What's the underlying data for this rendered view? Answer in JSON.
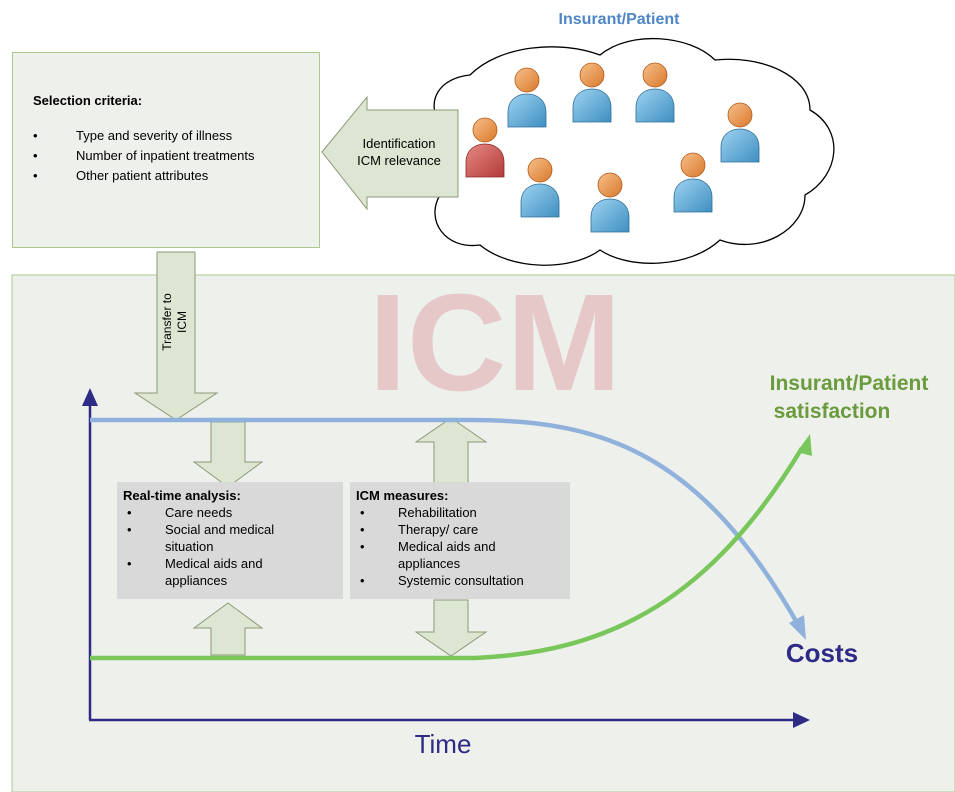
{
  "cloud_title": "Insurant/Patient",
  "identification_arrow": {
    "line1": "Identification",
    "line2": "ICM relevance"
  },
  "selection_criteria": {
    "title": "Selection criteria:",
    "items": [
      "Type and severity of illness",
      "Number of inpatient treatments",
      "Other patient attributes"
    ]
  },
  "transfer_arrow": {
    "line1": "Transfer to",
    "line2": "ICM"
  },
  "watermark": "ICM",
  "realtime_analysis": {
    "title": "Real-time analysis:",
    "items": [
      "Care needs",
      "Social and medical situation",
      "Medical aids and appliances"
    ]
  },
  "icm_measures": {
    "title": "ICM measures:",
    "items": [
      "Rehabilitation",
      "Therapy/ care",
      "Medical aids and appliances",
      "Systemic consultation"
    ]
  },
  "satisfaction_label": {
    "line1": "Insurant/Patient",
    "line2": "satisfaction"
  },
  "costs_label": "Costs",
  "time_label": "Time",
  "colors": {
    "costs_curve": "#8fb1db",
    "satisfaction_curve": "#79c75a",
    "axis": "#2e2b86",
    "arrow_fill": "#dde6d2",
    "arrow_stroke": "#8c9a78",
    "patient_highlight": "#c0504d",
    "patient_default": "#5aaad6",
    "cloud_title": "#4f86c6",
    "satisfaction_text": "#6a9b3c",
    "watermark": "#e6c8c8"
  },
  "patients": [
    {
      "highlight": false
    },
    {
      "highlight": false
    },
    {
      "highlight": false
    },
    {
      "highlight": false
    },
    {
      "highlight": true
    },
    {
      "highlight": false
    },
    {
      "highlight": false
    },
    {
      "highlight": false
    }
  ]
}
